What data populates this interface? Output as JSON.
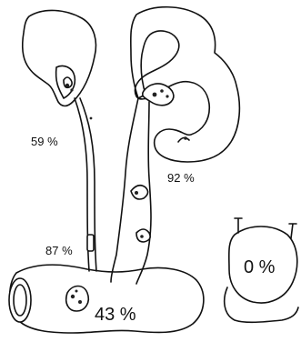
{
  "labels": {
    "left_kidney": "59 %",
    "right_kidney": "92 %",
    "left_ureter": "87 %",
    "bladder": "43 %",
    "small_organ": "0 %"
  }
}
